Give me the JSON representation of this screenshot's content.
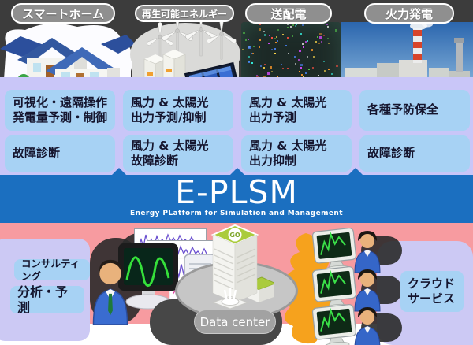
{
  "categories": [
    {
      "label": "スマートホーム"
    },
    {
      "label": "再生可能エネルギー"
    },
    {
      "label": "送配電"
    },
    {
      "label": "火力発電"
    }
  ],
  "capabilities": [
    "可視化・遠隔操作\n発電量予測・制御",
    "故障診断",
    "風力 & 太陽光\n出力予測/抑制",
    "風力 & 太陽光\n故障診断",
    "風力 & 太陽光\n出力予測",
    "風力 & 太陽光\n出力抑制",
    "各種予防保全",
    "故障診断"
  ],
  "banner": {
    "title": "E-PLSM",
    "subtitle": "Energy PLatform for Simulation and Management"
  },
  "services": {
    "consulting": "コンサルティング",
    "analysis": "分析・予測",
    "cloud": "クラウド\nサービス"
  },
  "datacenter": {
    "label": "Data center",
    "building_sign": "GO"
  },
  "colors": {
    "banner_blue": "#1b6fc0",
    "pink": "#f79ba0",
    "purple": "#c9c6f8",
    "box_blue": "#a7d2f4",
    "orange": "#f6a21d",
    "top_dark": "#3c3c3c"
  }
}
